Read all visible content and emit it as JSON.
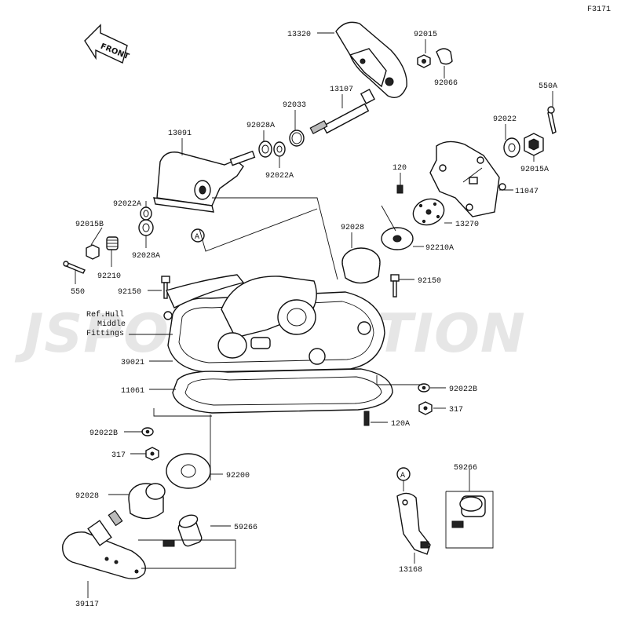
{
  "figure_code": "F3171",
  "direction_label": "FRONT",
  "watermark": "JSPORPORATION",
  "reference_labels": [
    "Ref.Hull",
    "Middle",
    "Fittings"
  ],
  "callout_marker": "A",
  "parts": {
    "p13320": "13320",
    "p92015": "92015",
    "p92066": "92066",
    "p13107": "13107",
    "p550A": "550A",
    "p92033": "92033",
    "p92022": "92022",
    "p13091": "13091",
    "p92028A_top": "92028A",
    "p92022A_top": "92022A",
    "p92015A": "92015A",
    "p120": "120",
    "p11047": "11047",
    "p92022A_left": "92022A",
    "p92015B": "92015B",
    "p92028A_left": "92028A",
    "p13270": "13270",
    "p92210": "92210",
    "p92028_mid": "92028",
    "p92210A": "92210A",
    "p550": "550",
    "p92150_left": "92150",
    "p92150_right": "92150",
    "p39021": "39021",
    "p11061": "11061",
    "p92022B_right": "92022B",
    "p317_right": "317",
    "p120A": "120A",
    "p92022B_left": "92022B",
    "p317_left": "317",
    "p92200": "92200",
    "p59266_right": "59266",
    "p92028_low": "92028",
    "p59266_low": "59266",
    "p13168": "13168",
    "p39117": "39117"
  }
}
